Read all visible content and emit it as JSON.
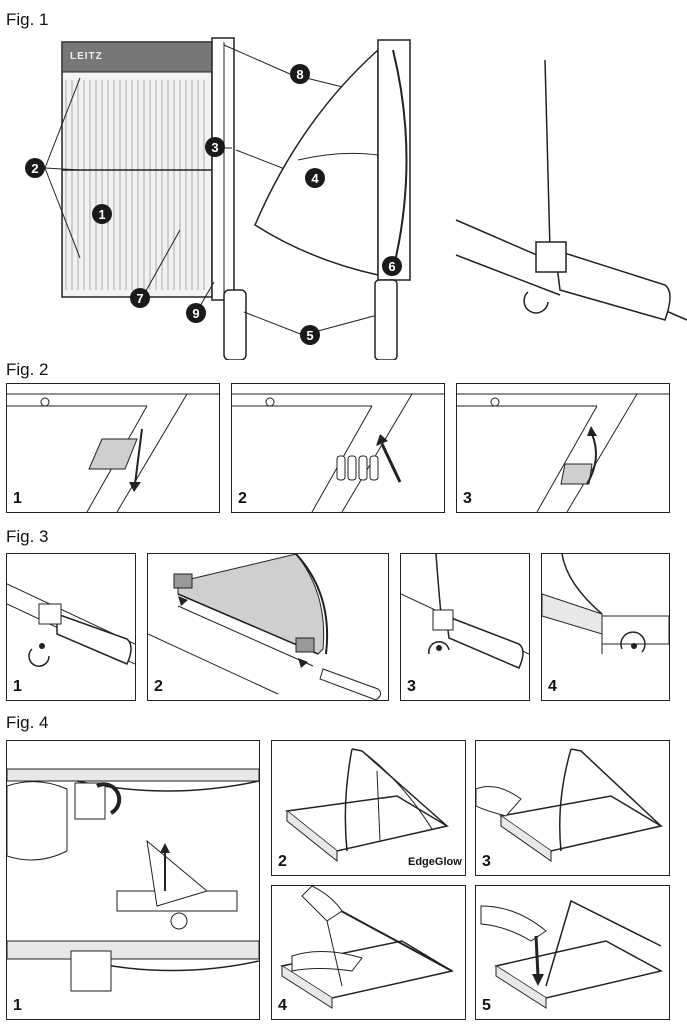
{
  "figures": {
    "fig1": {
      "title": "Fig. 1"
    },
    "fig2": {
      "title": "Fig. 2",
      "steps": [
        "1",
        "2",
        "3"
      ]
    },
    "fig3": {
      "title": "Fig. 3",
      "steps": [
        "1",
        "2",
        "3",
        "4"
      ]
    },
    "fig4": {
      "title": "Fig. 4",
      "steps": [
        "1",
        "2",
        "3",
        "4",
        "5"
      ]
    }
  },
  "fig1_callouts": [
    "1",
    "2",
    "3",
    "4",
    "5",
    "6",
    "7",
    "8",
    "9"
  ],
  "brand_label": "LEITZ",
  "edgeglow_label": "EdgeGlow",
  "colors": {
    "line": "#222222",
    "fill_light": "#e8e8e8",
    "fill_dark": "#1a1a1a",
    "shade": "#cfcfcf"
  }
}
